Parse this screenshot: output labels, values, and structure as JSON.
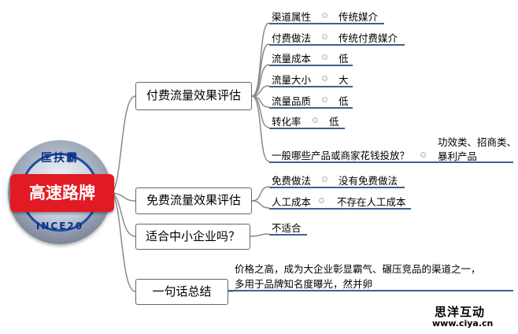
{
  "root": {
    "label": "高速路牌"
  },
  "logo": {
    "top_text": "匡扶霸",
    "bottom_text": "INCE20"
  },
  "branches": {
    "paid": {
      "label": "付费流量效果评估",
      "items": [
        {
          "key": "渠道属性",
          "value": "传统媒介"
        },
        {
          "key": "付费做法",
          "value": "传统付费媒介"
        },
        {
          "key": "流量成本",
          "value": "低"
        },
        {
          "key": "流量大小",
          "value": "大"
        },
        {
          "key": "流量品质",
          "value": "低"
        },
        {
          "key": "转化率",
          "value": "低"
        },
        {
          "key": "一般哪些产品或商家花钱投放？",
          "value_lines": [
            "功效类、招商类、",
            "暴利产品"
          ]
        }
      ]
    },
    "free": {
      "label": "免费流量效果评估",
      "items": [
        {
          "key": "免费做法",
          "value": "没有免费做法"
        },
        {
          "key": "人工成本",
          "value": "不存在人工成本"
        }
      ]
    },
    "sme": {
      "label": "适合中小企业吗？",
      "answer": "不适合"
    },
    "summary": {
      "label": "一句话总结",
      "lines": [
        "价格之高，成为大企业彰显霸气、碾压竞品的渠道之一，",
        "多用于品牌知名度曝光，然并卵"
      ]
    }
  },
  "watermark": {
    "name": "思洋互动",
    "url": "www.ciya.cn"
  }
}
